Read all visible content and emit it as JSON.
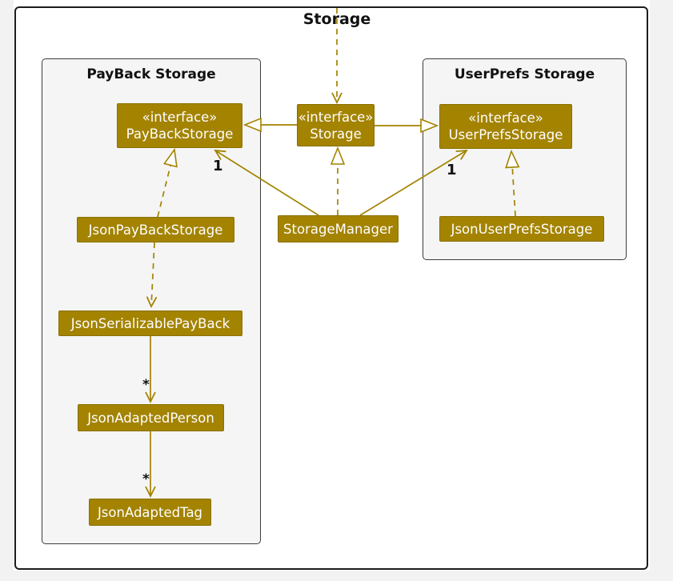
{
  "page": {
    "title": "Storage",
    "colors": {
      "node_fill": "#A38300",
      "node_border": "#8A7000",
      "node_text": "#FEFEFE",
      "edge": "#A38300",
      "package_fill": "#F5F5F5",
      "package_border": "#3C3C3C",
      "frame_border": "#1C1C1C",
      "canvas_bg": "#FFFFFF",
      "page_margin": "#F2F2F2",
      "label_text": "#111111"
    }
  },
  "packages": [
    {
      "label": "PayBack Storage"
    },
    {
      "label": "UserPrefs Storage"
    }
  ],
  "nodes": {
    "iface_payback": {
      "stereotype": "«interface»",
      "name": "PayBackStorage"
    },
    "iface_storage": {
      "stereotype": "«interface»",
      "name": "Storage"
    },
    "iface_userprefs": {
      "stereotype": "«interface»",
      "name": "UserPrefsStorage"
    },
    "json_payback": {
      "name": "JsonPayBackStorage"
    },
    "storage_manager": {
      "name": "StorageManager"
    },
    "json_userprefs": {
      "name": "JsonUserPrefsStorage"
    },
    "json_serializable": {
      "name": "JsonSerializablePayBack"
    },
    "json_adapted_person": {
      "name": "JsonAdaptedPerson"
    },
    "json_adapted_tag": {
      "name": "JsonAdaptedTag"
    }
  },
  "edge_labels": {
    "manager_to_payback_mult": "1",
    "manager_to_userprefs_mult": "1",
    "serializable_to_person_mult": "*",
    "person_to_tag_mult": "*"
  }
}
